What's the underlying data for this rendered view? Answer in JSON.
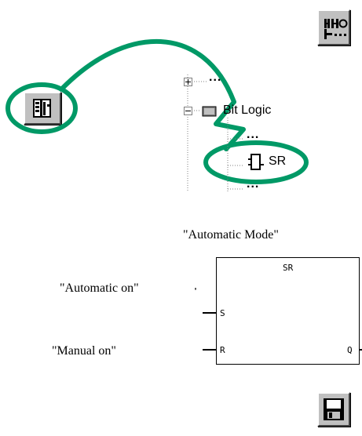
{
  "toolbar": {
    "contact_button_icon": "normally-open-contact-icon",
    "catalog_button_icon": "program-elements-catalog-icon",
    "save_button_icon": "floppy-disk-save-icon"
  },
  "tree": {
    "collapsed_item": "...",
    "folder_label": "Bit Logic",
    "child_before": "...",
    "selected_item": "SR",
    "child_after": "..."
  },
  "ladder": {
    "block_title": "\"Automatic Mode\"",
    "block_type": "SR",
    "input_s_operand": "\"Automatic on\"",
    "input_r_operand": "\"Manual on\"",
    "pin_s": "S",
    "pin_r": "R",
    "pin_q": "Q",
    "stray_mark": "'"
  },
  "colors": {
    "highlight": "#009966",
    "button_face": "#c0c0c0"
  }
}
